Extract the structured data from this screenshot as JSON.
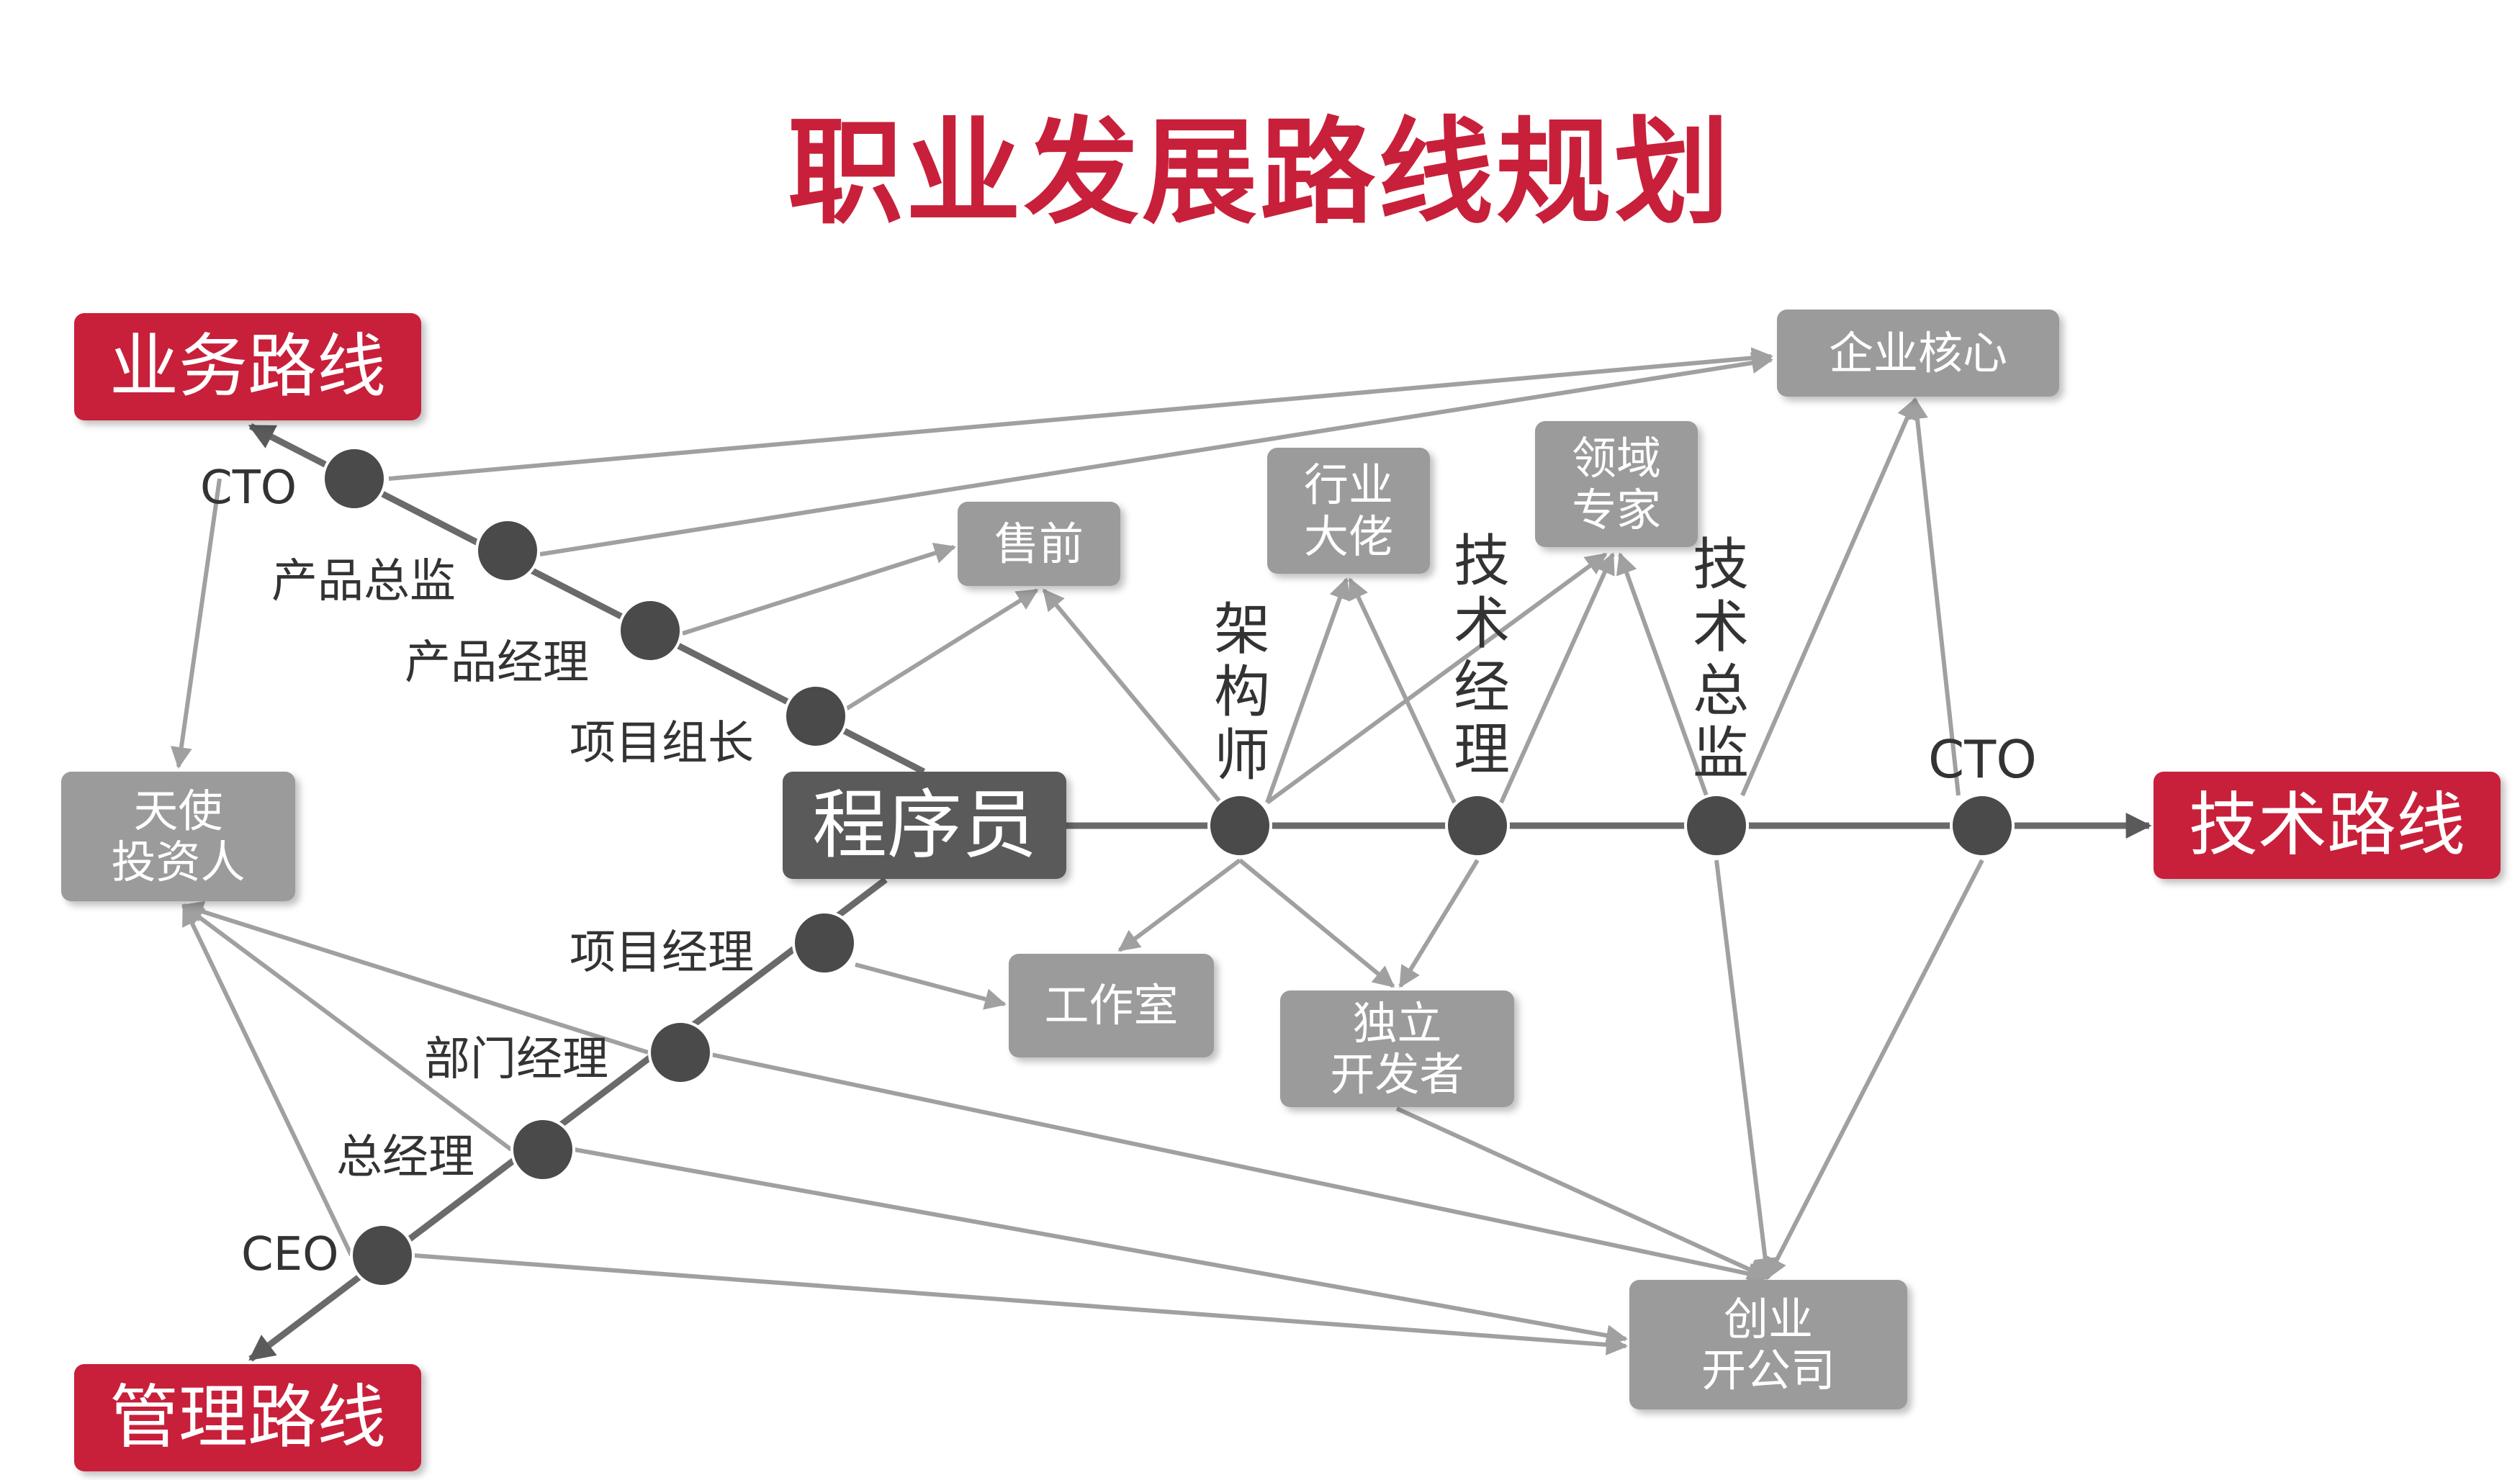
{
  "title": "职业发展路线规划",
  "routes": {
    "business": "业务路线",
    "management": "管理路线",
    "technology": "技术路线"
  },
  "center": "程序员",
  "business_nodes": [
    "CTO",
    "产品总监",
    "产品经理",
    "项目组长"
  ],
  "management_nodes": [
    "项目经理",
    "部门经理",
    "总经理",
    "CEO"
  ],
  "tech_nodes": [
    "架构师",
    "技术经理",
    "技术总监",
    "CTO"
  ],
  "destinations": {
    "angel": [
      "天使",
      "投资人"
    ],
    "presale": [
      "售前"
    ],
    "industry_leader": [
      "行业",
      "大佬"
    ],
    "domain_expert": [
      "领域",
      "专家"
    ],
    "enterprise_core": [
      "企业核心"
    ],
    "studio": [
      "工作室"
    ],
    "indie_dev": [
      "独立",
      "开发者"
    ],
    "startup": [
      "创业",
      "开公司"
    ]
  },
  "colors": {
    "route_red": "#c8203a",
    "box_gray": "#9b9b9b",
    "center_dark": "#5a5a5a",
    "node_dark": "#4a4a4a",
    "arrow_gray": "#a0a0a0",
    "main_line": "#6a6a6a"
  }
}
